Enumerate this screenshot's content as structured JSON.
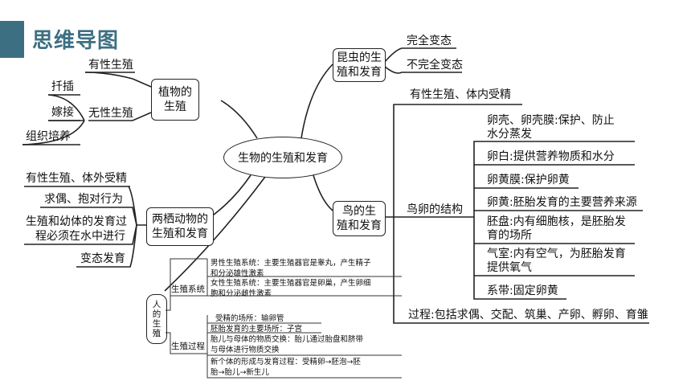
{
  "header": {
    "title": "思维导图"
  },
  "center": "生物的生殖和发育",
  "plant": {
    "box": [
      "植物的",
      "生殖"
    ],
    "sexual": "有性生殖",
    "asexual": "无性生殖",
    "methods": [
      "扦插",
      "嫁接",
      "组织培养"
    ]
  },
  "amphibian": {
    "box": [
      "两栖动物的",
      "生殖和发育"
    ],
    "items": [
      "有性生殖、体外受精",
      "求偶、抱对行为",
      "生殖和幼体的发育过",
      "程必须在水中进行",
      "变态发育"
    ]
  },
  "insect": {
    "box": [
      "昆虫的生",
      "殖和发育"
    ],
    "items": [
      "完全变态",
      "不完全变态"
    ]
  },
  "bird": {
    "box": [
      "鸟的生",
      "殖和发育"
    ],
    "top": "有性生殖、体内受精",
    "egg_label": "鸟卵的结构",
    "egg_parts": [
      [
        "卵壳、卵壳膜:保护、防止",
        "水分蒸发"
      ],
      [
        "卵白:提供营养物质和水分"
      ],
      [
        "卵黄膜:保护卵黄"
      ],
      [
        "卵黄:胚胎发育的主要营养来源"
      ],
      [
        "胚盘:内有细胞核，是胚胎发",
        "育的场所"
      ],
      [
        "气室:内有空气，为胚胎发育",
        "提供氧气"
      ],
      [
        "系带:固定卵黄"
      ]
    ],
    "process": "过程:包括求偶、交配、筑巢、产卵、孵卵、育雏"
  },
  "human": {
    "box": [
      "人",
      "的",
      "生",
      "殖"
    ],
    "system_label": "生殖系统",
    "process_label": "生殖过程",
    "male": [
      "男性生殖系统：主要生殖器官是睾丸，产生精子",
      "和分泌雄性激素"
    ],
    "female": [
      "女性生殖系统：主要生殖器官是卵巢，产生卵细",
      "胞和分泌雌性激素"
    ],
    "steps": [
      [
        "受精的场所：输卵管"
      ],
      [
        "胚胎发育的主要场所：子宫"
      ],
      [
        "胎儿与母体的物质交换：胎儿通过胎盘和脐带",
        "与母体进行物质交换"
      ],
      [
        "新个体的形成与发育过程：受精卵→胚泡→胚",
        "胎→胎儿→新生儿"
      ]
    ]
  }
}
